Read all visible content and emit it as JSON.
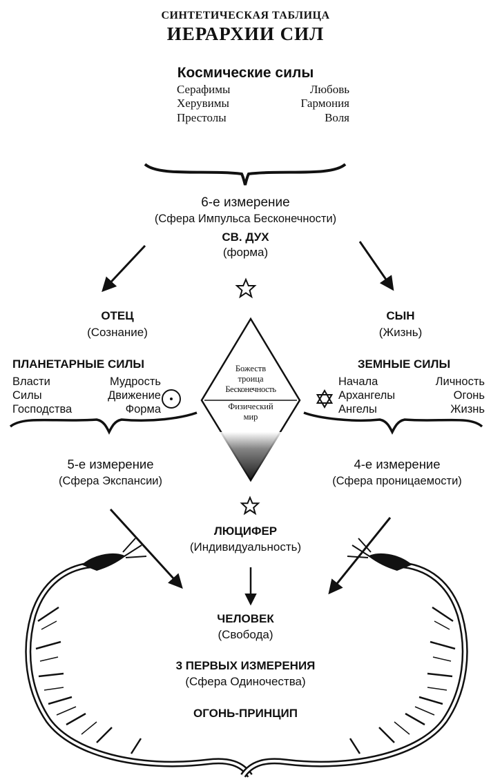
{
  "title": {
    "line1": "СИНТЕТИЧЕСКАЯ ТАБЛИЦА",
    "line2": "ИЕРАРХИИ СИЛ"
  },
  "cosmic": {
    "heading": "Космические силы",
    "rows": [
      {
        "left": "Серафимы",
        "right": "Любовь"
      },
      {
        "left": "Херувимы",
        "right": "Гармония"
      },
      {
        "left": "Престолы",
        "right": "Воля"
      }
    ]
  },
  "sixth": {
    "dimension": "6-е измерение",
    "sphere": "(Сфера Импульса Бесконечности)",
    "name": "СВ. ДУХ",
    "quality": "(форма)"
  },
  "father": {
    "name": "ОТЕЦ",
    "quality": "(Сознание)"
  },
  "son": {
    "name": "СЫН",
    "quality": "(Жизнь)"
  },
  "planetary": {
    "heading": "ПЛАНЕТАРНЫЕ СИЛЫ",
    "rows": [
      {
        "left": "Власти",
        "right": "Мудрость"
      },
      {
        "left": "Силы",
        "right": "Движение"
      },
      {
        "left": "Господства",
        "right": "Форма"
      }
    ]
  },
  "earthly": {
    "heading": "ЗЕМНЫЕ СИЛЫ",
    "rows": [
      {
        "left": "Начала",
        "right": "Личность"
      },
      {
        "left": "Архангелы",
        "right": "Огонь"
      },
      {
        "left": "Ангелы",
        "right": "Жизнь"
      }
    ]
  },
  "diamond": {
    "top_lines": [
      "Божеств",
      "троица",
      "Бесконечность"
    ],
    "bottom_lines": [
      "Физический",
      "мир"
    ]
  },
  "fifth": {
    "dimension": "5-е измерение",
    "sphere": "(Сфера Экспансии)"
  },
  "fourth": {
    "dimension": "4-е измерение",
    "sphere": "(Сфера проницаемости)"
  },
  "lucifer": {
    "name": "ЛЮЦИФЕР",
    "quality": "(Индивидуальность)"
  },
  "man": {
    "name": "ЧЕЛОВЕК",
    "quality": "(Свобода)"
  },
  "first_three": {
    "name": "3 ПЕРВЫХ ИЗМЕРЕНИЯ",
    "sphere": "(Сфера Одиночества)"
  },
  "fire": {
    "name": "ОГОНЬ-ПРИНЦИП"
  },
  "icons": {
    "star": "pentagram-icon",
    "hexagram": "hexagram-icon",
    "sun": "circled-dot-icon",
    "serpent": "ouroboros-serpent"
  }
}
